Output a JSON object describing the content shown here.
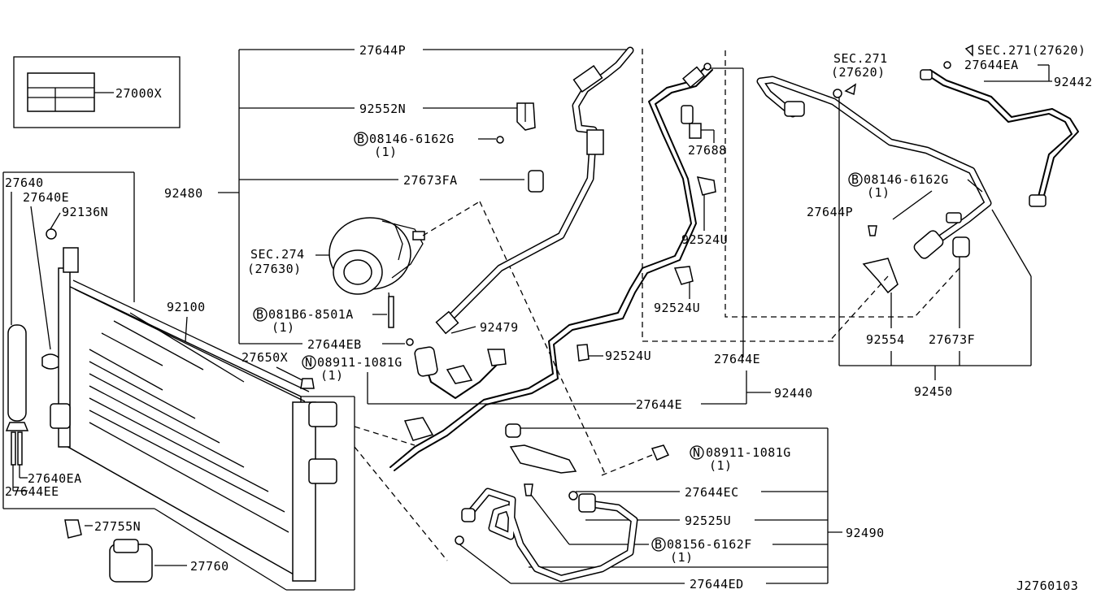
{
  "diagram_id": "J2760103",
  "labels": {
    "kit": "27000X",
    "p27644P_top": "27644P",
    "p92552N": "92552N",
    "bolt1": "08146-6162G",
    "bolt1_qty": "(1)",
    "p27673FA": "27673FA",
    "p92480": "92480",
    "sec274_a": "SEC.274",
    "sec274_b": "(27630)",
    "bolt2": "081B6-8501A",
    "bolt2_qty": "(1)",
    "p27644EB": "27644EB",
    "p92479": "92479",
    "p27640": "27640",
    "p27640E": "27640E",
    "p92136N": "92136N",
    "p92100": "92100",
    "p27650X": "27650X",
    "nut1": "08911-1081G",
    "nut1_qty": "(1)",
    "p27640EA": "27640EA",
    "p27644EE": "27644EE",
    "p27755N": "27755N",
    "p27760": "27760",
    "p27688": "27688",
    "p92524U_a": "92524U",
    "p92524U_b": "92524U",
    "p92524U_c": "92524U",
    "p27644E_a": "27644E",
    "p27644E_b": "27644E",
    "p92440": "92440",
    "sec271_a": "SEC.271",
    "sec271_b": "(27620)",
    "sec271_c": "SEC.271(27620)",
    "p27644EA": "27644EA",
    "p92442": "92442",
    "bolt3": "08146-6162G",
    "bolt3_qty": "(1)",
    "p27644P_right": "27644P",
    "p92554": "92554",
    "p27673F": "27673F",
    "p92450": "92450",
    "nut2": "08911-1081G",
    "nut2_qty": "(1)",
    "p27644EC": "27644EC",
    "p92525U": "92525U",
    "bolt4": "08156-6162F",
    "bolt4_qty": "(1)",
    "p92490": "92490",
    "p27644ED": "27644ED"
  },
  "markers": {
    "bolt": "B",
    "nut": "N"
  }
}
